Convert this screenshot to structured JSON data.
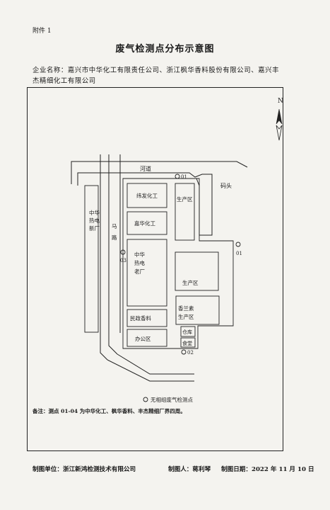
{
  "header": {
    "annex": "附件 1",
    "title": "废气检测点分布示意图",
    "company_line1": "企业名称：嘉兴市中华化工有限责任公司、浙江枫华香料股份有限公司、嘉兴丰",
    "company_line2": "杰精细化工有限公司"
  },
  "map": {
    "compass": "N",
    "labels": {
      "river": "河道",
      "dock": "码头",
      "thermal_new": [
        "中华",
        "热电",
        "新厂"
      ],
      "road": [
        "马",
        "路"
      ],
      "jiafa": "纬发化工",
      "jiahua": "嘉华化工",
      "thermal_old": [
        "中华",
        "热电",
        "老厂"
      ],
      "production_top": "生产区",
      "production_mid": "生产区",
      "xianglansu": [
        "香兰素",
        "生产区"
      ],
      "minzheng": "民政香料",
      "office": "办公区",
      "warehouse": "仓库",
      "canteen": "食堂"
    },
    "points": {
      "p01a": "01",
      "p01b": "01",
      "p02": "02",
      "p03": "03"
    },
    "legend": "无相组废气检测点",
    "note": "备注：测点 01-04 为中华化工、枫华香料、丰杰精细厂界四周。"
  },
  "footer": {
    "unit": "制图单位：浙江新鸿检测技术有限公司",
    "author": "制图人：蒋利琴",
    "date": "制图日期：2022 年 11 月 10 日"
  }
}
